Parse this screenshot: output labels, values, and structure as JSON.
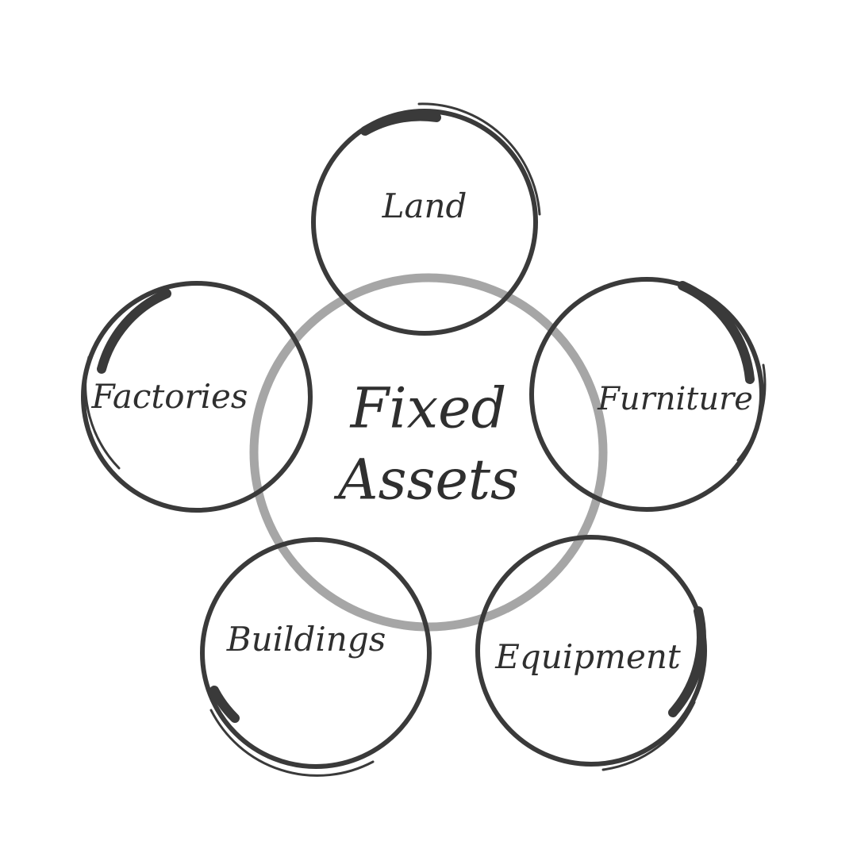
{
  "center": {
    "line1": "Fixed",
    "line2": "Assets"
  },
  "items": [
    {
      "key": "land",
      "label": "Land"
    },
    {
      "key": "factories",
      "label": "Factories"
    },
    {
      "key": "furniture",
      "label": "Furniture"
    },
    {
      "key": "buildings",
      "label": "Buildings"
    },
    {
      "key": "equipment",
      "label": "Equipment"
    }
  ],
  "colors": {
    "outer_ring": "#3a3a3a",
    "center_ring": "#a6a6a6",
    "text": "#2f2f2f",
    "background": "#ffffff"
  }
}
